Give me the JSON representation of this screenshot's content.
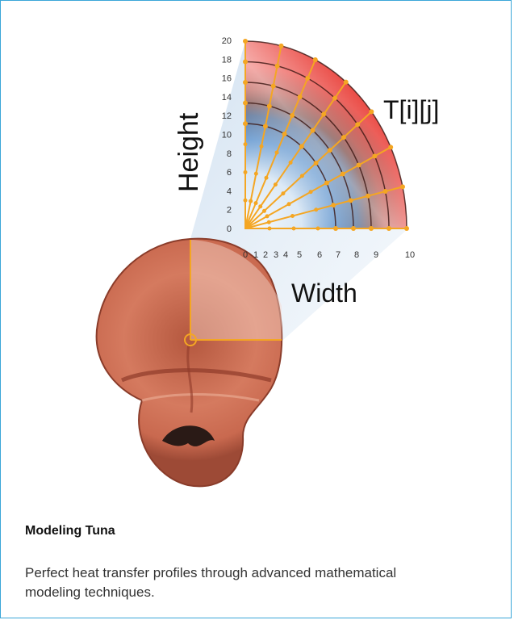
{
  "diagram": {
    "array_label": "T[i][j]",
    "y_axis_label": "Height",
    "x_axis_label": "Width",
    "y_ticks": [
      "0",
      "2",
      "4",
      "6",
      "8",
      "10",
      "12",
      "14",
      "16",
      "18",
      "20"
    ],
    "x_ticks": [
      "0",
      "1",
      "2",
      "3",
      "4",
      "5",
      "6",
      "7",
      "8",
      "9",
      "10"
    ],
    "grid_rings": 5,
    "grid_spokes": 7,
    "colors": {
      "hot": "#e33b35",
      "cold": "#2f6db5",
      "dark": "#6b1e18",
      "nodes": "#f4a623",
      "frame": "#3aa6d8"
    },
    "image": "tuna-steak-photo"
  },
  "caption": {
    "title": "Modeling Tuna",
    "text": "Perfect heat transfer profiles through advanced mathematical modeling techniques."
  }
}
